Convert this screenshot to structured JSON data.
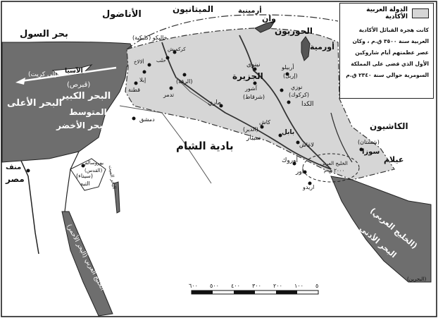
{
  "legend": {
    "title": "الدولة العربية الأكادية",
    "text": "كانت هجرة القبائل الأكادية العربية سنة ٣٥٠٠ ق.م ، وكان عصر عظمتهم أيام شاروكين الأول الذي قضى على المملكة السومرية حوالي سنة ٢٣٤٠ ق.م",
    "swatch_color": "#d6d6d6"
  },
  "labels": {
    "anatolians": "الأناضول",
    "mitanni": "الميتانيون",
    "armenia": "أرمينية",
    "van": "وان",
    "hurrians": "الحوريون",
    "urmia": "أورمية",
    "sea_west": "بحر السول",
    "to_crete": "(إلى كريت)",
    "asia": "الآسيا",
    "cyprus": "(قبرص)",
    "upper_sea": "البحر الأعلى",
    "great_sea": "البحر الكبير",
    "mediterranean": "المتوسط",
    "green_sea": "البحر الأخضر",
    "cilicia": "خاليكو (كليكية)",
    "karkemish": "كركميش",
    "aleppo": "حلب",
    "alalakh": "ألالاخ",
    "ebla": "إبلا",
    "raqqa": "(الرقة)",
    "tadmur": "تدمر",
    "qatna": "قطنة",
    "damascus": "دمشق",
    "mari": "ماري",
    "jazira": "الجزيرة",
    "nineveh": "نينوى",
    "arbil": "أربيلو",
    "arbil2": "(إربل)",
    "ashur": "آشور",
    "sharqat": "(شرقاط)",
    "nuzi": "نوزي",
    "kirkuk": "(كركوك)",
    "akkad": "الكدا",
    "kassites": "الكاشيون",
    "susa": "(ششتان)",
    "susa2": "سوزا",
    "elam": "عيلام",
    "kish": "كاش",
    "dair": "(الدير)",
    "sippar": "سيبار",
    "babylon": "بابل",
    "lagash": "لاغاش",
    "uruk": "أوروك",
    "ur": "أور",
    "eridu": "اريدو",
    "ancient_gulf": "الخليج العربي",
    "ancient_gulf2": "٢٠٠٠ ق.م",
    "syrian_desert": "بادية الشام",
    "jerusalem": "يوروسالم",
    "jerusalem2": "(القدس)",
    "dead_sea": "البحر الميت",
    "sinai": "(سيناء)",
    "sinai2": "التيه",
    "memphis": "منف",
    "egypt": "مصر",
    "red_sea": "الخليج العربي (البحر الأحمر)",
    "arab_gulf": "(الخليج العربي)",
    "lower_sea": "البحر الأدنى",
    "bahrain": "(البحرين)",
    "scale": [
      "٦٠٠",
      "٥٠٠",
      "٤٠٠",
      "٣٠٠",
      "٢٠٠",
      "١٠٠",
      "٥"
    ]
  }
}
